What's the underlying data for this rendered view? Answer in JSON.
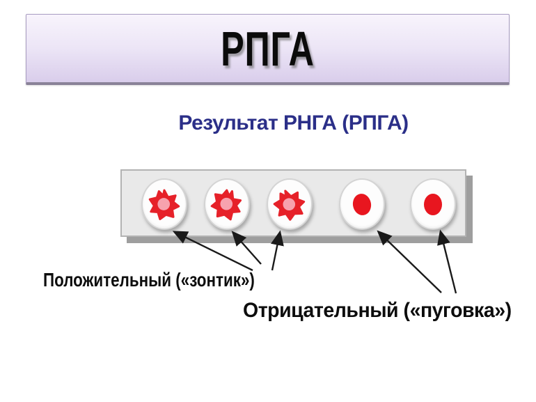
{
  "slide_title": "РПГА",
  "diagram": {
    "title": "Результат РНГА (РПГА)",
    "plate": {
      "wells": [
        {
          "id": 1,
          "result": "positive",
          "pattern": "зонтик"
        },
        {
          "id": 2,
          "result": "positive",
          "pattern": "зонтик"
        },
        {
          "id": 3,
          "result": "positive",
          "pattern": "зонтик"
        },
        {
          "id": 4,
          "result": "negative",
          "pattern": "пуговка"
        },
        {
          "id": 5,
          "result": "negative",
          "pattern": "пуговка"
        }
      ]
    },
    "annotations": {
      "positive_label": "Положительный («зонтик»)",
      "negative_label": "Отрицательный («пуговка»)",
      "positive_wells": [
        1,
        2,
        3
      ],
      "negative_wells": [
        4,
        5
      ]
    },
    "colors": {
      "title_box_fill": "#ded3ef",
      "title_box_border": "#9a8fb6",
      "diagram_title_text": "#2b2f88",
      "agglutinate_red": "#e62129",
      "agglutinate_pink": "#f7a2ae",
      "sediment_red": "#e8161f",
      "plate_gray": "#e9e9e9",
      "arrow_black": "#1a1a1a"
    }
  }
}
